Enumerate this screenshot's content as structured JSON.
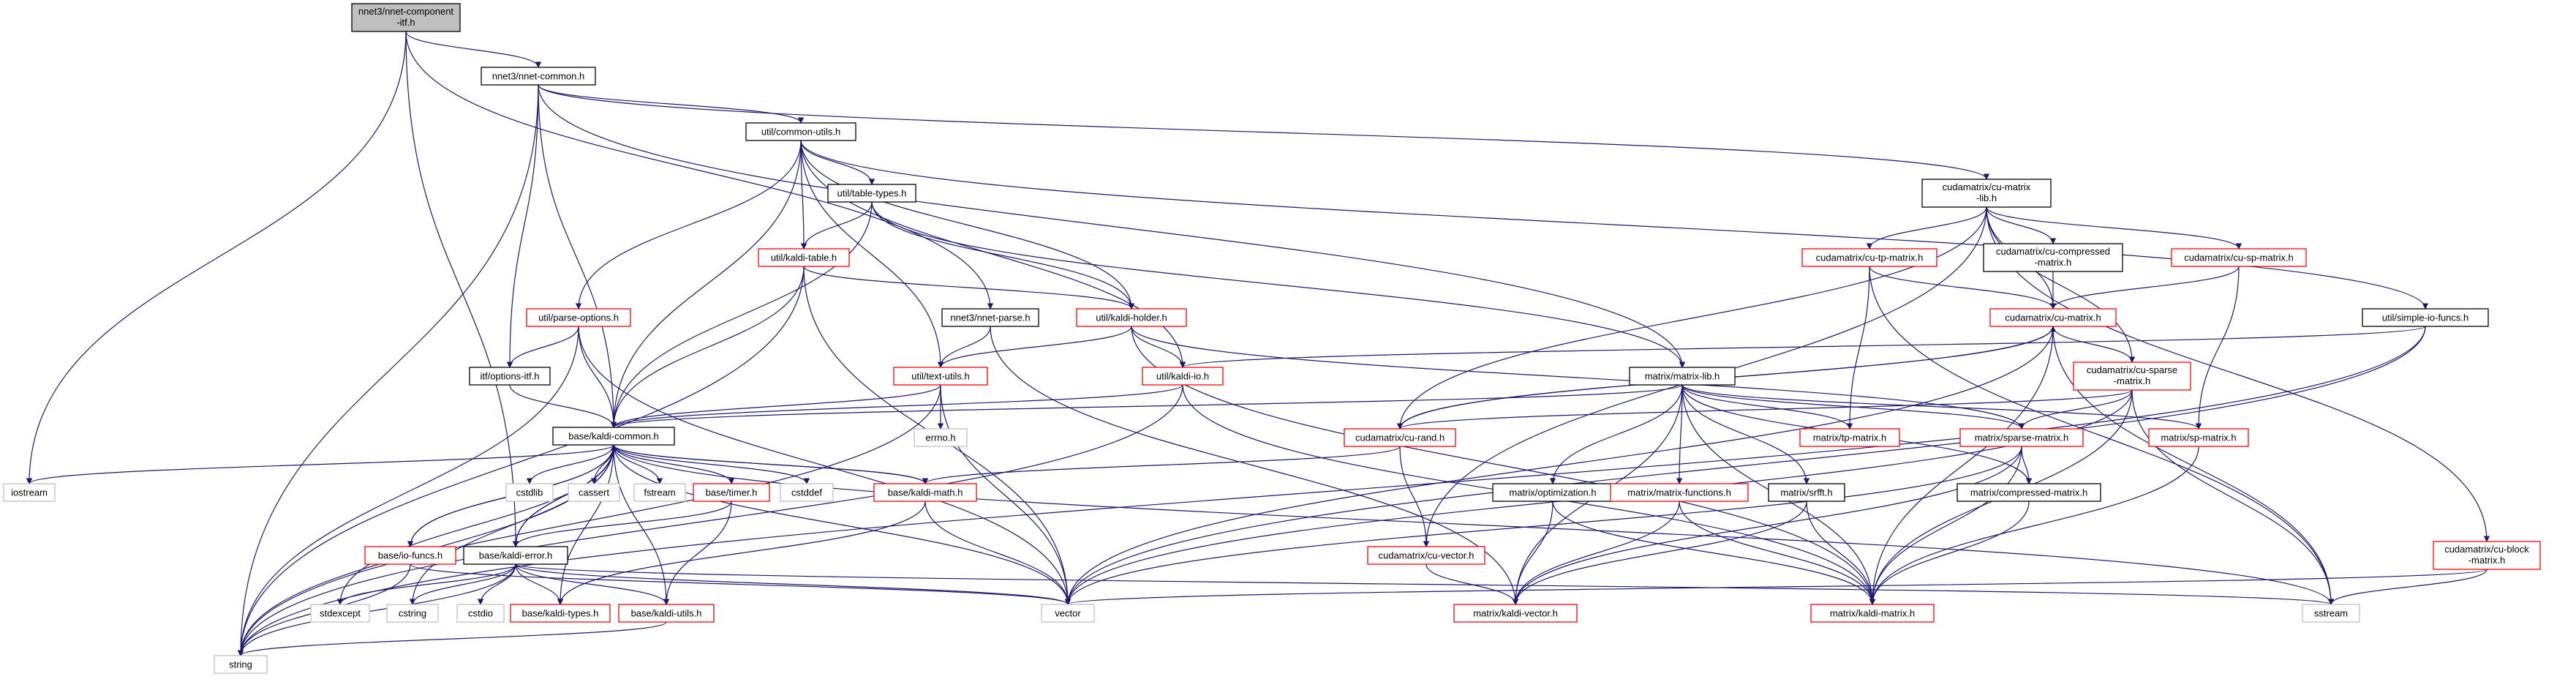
{
  "colors": {
    "edge": "#191970",
    "text": "#000000",
    "box_normal": "#000000",
    "box_truncated": "#ff0000",
    "box_system": "#bfbfbf",
    "root_fill": "#bfbfbf"
  },
  "nodes": [
    {
      "id": "root",
      "label": "nnet3/nnet-component\n-itf.h",
      "kind": "root"
    },
    {
      "id": "nnetcommon",
      "label": "nnet3/nnet-common.h",
      "kind": "normal"
    },
    {
      "id": "commonutils",
      "label": "util/common-utils.h",
      "kind": "normal"
    },
    {
      "id": "tabletypes",
      "label": "util/table-types.h",
      "kind": "normal"
    },
    {
      "id": "kalditable",
      "label": "util/kaldi-table.h",
      "kind": "truncated"
    },
    {
      "id": "parseoptions",
      "label": "util/parse-options.h",
      "kind": "truncated"
    },
    {
      "id": "optionsitf",
      "label": "itf/options-itf.h",
      "kind": "normal"
    },
    {
      "id": "nnetparse",
      "label": "nnet3/nnet-parse.h",
      "kind": "normal"
    },
    {
      "id": "kaldiholder",
      "label": "util/kaldi-holder.h",
      "kind": "truncated"
    },
    {
      "id": "textutils",
      "label": "util/text-utils.h",
      "kind": "truncated"
    },
    {
      "id": "kaldiio",
      "label": "util/kaldi-io.h",
      "kind": "truncated"
    },
    {
      "id": "kaldicommon",
      "label": "base/kaldi-common.h",
      "kind": "normal"
    },
    {
      "id": "iostream",
      "label": "iostream",
      "kind": "system"
    },
    {
      "id": "errno",
      "label": "errno.h",
      "kind": "system"
    },
    {
      "id": "cstdlib",
      "label": "cstdlib",
      "kind": "system"
    },
    {
      "id": "cassert",
      "label": "cassert",
      "kind": "system"
    },
    {
      "id": "fstream",
      "label": "fstream",
      "kind": "system"
    },
    {
      "id": "timer",
      "label": "base/timer.h",
      "kind": "truncated"
    },
    {
      "id": "cstddef",
      "label": "cstddef",
      "kind": "system"
    },
    {
      "id": "kaldimath",
      "label": "base/kaldi-math.h",
      "kind": "truncated"
    },
    {
      "id": "iofuncs",
      "label": "base/io-funcs.h",
      "kind": "truncated"
    },
    {
      "id": "kaldierror",
      "label": "base/kaldi-error.h",
      "kind": "normal"
    },
    {
      "id": "stdexcept",
      "label": "stdexcept",
      "kind": "system"
    },
    {
      "id": "cstring",
      "label": "cstring",
      "kind": "system"
    },
    {
      "id": "cstdio",
      "label": "cstdio",
      "kind": "system"
    },
    {
      "id": "kalditypes",
      "label": "base/kaldi-types.h",
      "kind": "truncated"
    },
    {
      "id": "kaldiutils",
      "label": "base/kaldi-utils.h",
      "kind": "truncated"
    },
    {
      "id": "string",
      "label": "string",
      "kind": "system"
    },
    {
      "id": "vector",
      "label": "vector",
      "kind": "system"
    },
    {
      "id": "sstream",
      "label": "sstream",
      "kind": "system"
    },
    {
      "id": "cumatrixlib",
      "label": "cudamatrix/cu-matrix\n-lib.h",
      "kind": "normal"
    },
    {
      "id": "cutpmatrix",
      "label": "cudamatrix/cu-tp-matrix.h",
      "kind": "truncated"
    },
    {
      "id": "cucompressed",
      "label": "cudamatrix/cu-compressed\n-matrix.h",
      "kind": "normal"
    },
    {
      "id": "cuspmatrix",
      "label": "cudamatrix/cu-sp-matrix.h",
      "kind": "truncated"
    },
    {
      "id": "cumatrix",
      "label": "cudamatrix/cu-matrix.h",
      "kind": "truncated"
    },
    {
      "id": "simpleio",
      "label": "util/simple-io-funcs.h",
      "kind": "normal"
    },
    {
      "id": "cusparse",
      "label": "cudamatrix/cu-sparse\n-matrix.h",
      "kind": "truncated"
    },
    {
      "id": "matrixlib",
      "label": "matrix/matrix-lib.h",
      "kind": "normal"
    },
    {
      "id": "curand",
      "label": "cudamatrix/cu-rand.h",
      "kind": "truncated"
    },
    {
      "id": "tpmatrix",
      "label": "matrix/tp-matrix.h",
      "kind": "truncated"
    },
    {
      "id": "sparsematrix",
      "label": "matrix/sparse-matrix.h",
      "kind": "truncated"
    },
    {
      "id": "spmatrix",
      "label": "matrix/sp-matrix.h",
      "kind": "truncated"
    },
    {
      "id": "optimization",
      "label": "matrix/optimization.h",
      "kind": "normal"
    },
    {
      "id": "matrixfunctions",
      "label": "matrix/matrix-functions.h",
      "kind": "truncated"
    },
    {
      "id": "srfft",
      "label": "matrix/srfft.h",
      "kind": "normal"
    },
    {
      "id": "compressedmatrix",
      "label": "matrix/compressed-matrix.h",
      "kind": "normal"
    },
    {
      "id": "cuvector",
      "label": "cudamatrix/cu-vector.h",
      "kind": "truncated"
    },
    {
      "id": "kaldivector",
      "label": "matrix/kaldi-vector.h",
      "kind": "truncated"
    },
    {
      "id": "kaldimatrix",
      "label": "matrix/kaldi-matrix.h",
      "kind": "truncated"
    },
    {
      "id": "cublock",
      "label": "cudamatrix/cu-block\n-matrix.h",
      "kind": "truncated"
    }
  ],
  "edges": [
    [
      "root",
      "nnetcommon"
    ],
    [
      "root",
      "iostream"
    ],
    [
      "root",
      "kaldierror"
    ],
    [
      "root",
      "nnetparse"
    ],
    [
      "nnetcommon",
      "commonutils"
    ],
    [
      "nnetcommon",
      "kaldicommon"
    ],
    [
      "nnetcommon",
      "optionsitf"
    ],
    [
      "nnetcommon",
      "string"
    ],
    [
      "nnetcommon",
      "matrixlib"
    ],
    [
      "nnetcommon",
      "cumatrixlib"
    ],
    [
      "commonutils",
      "tabletypes"
    ],
    [
      "commonutils",
      "kalditable"
    ],
    [
      "commonutils",
      "kaldiholder"
    ],
    [
      "commonutils",
      "parseoptions"
    ],
    [
      "commonutils",
      "textutils"
    ],
    [
      "commonutils",
      "kaldiio"
    ],
    [
      "commonutils",
      "kaldicommon"
    ],
    [
      "commonutils",
      "simpleio"
    ],
    [
      "tabletypes",
      "kalditable"
    ],
    [
      "tabletypes",
      "kaldiholder"
    ],
    [
      "tabletypes",
      "kaldicommon"
    ],
    [
      "tabletypes",
      "matrixlib"
    ],
    [
      "kalditable",
      "kaldiholder"
    ],
    [
      "kalditable",
      "kaldicommon"
    ],
    [
      "kalditable",
      "vector"
    ],
    [
      "kalditable",
      "string"
    ],
    [
      "parseoptions",
      "optionsitf"
    ],
    [
      "parseoptions",
      "kaldicommon"
    ],
    [
      "parseoptions",
      "vector"
    ],
    [
      "parseoptions",
      "string"
    ],
    [
      "optionsitf",
      "kaldicommon"
    ],
    [
      "nnetparse",
      "textutils"
    ],
    [
      "nnetparse",
      "kaldivector"
    ],
    [
      "kaldiholder",
      "textutils"
    ],
    [
      "kaldiholder",
      "kaldiio"
    ],
    [
      "kaldiholder",
      "sparsematrix"
    ],
    [
      "kaldiholder",
      "kaldimatrix"
    ],
    [
      "textutils",
      "kaldicommon"
    ],
    [
      "textutils",
      "errno"
    ],
    [
      "textutils",
      "vector"
    ],
    [
      "textutils",
      "string"
    ],
    [
      "kaldiio",
      "kaldicommon"
    ],
    [
      "kaldiio",
      "kaldimatrix"
    ],
    [
      "kaldiio",
      "string"
    ],
    [
      "kaldicommon",
      "iostream"
    ],
    [
      "kaldicommon",
      "cstdlib"
    ],
    [
      "kaldicommon",
      "cassert"
    ],
    [
      "kaldicommon",
      "fstream"
    ],
    [
      "kaldicommon",
      "timer"
    ],
    [
      "kaldicommon",
      "cstddef"
    ],
    [
      "kaldicommon",
      "kaldimath"
    ],
    [
      "kaldicommon",
      "iofuncs"
    ],
    [
      "kaldicommon",
      "kaldierror"
    ],
    [
      "kaldicommon",
      "kalditypes"
    ],
    [
      "kaldicommon",
      "kaldiutils"
    ],
    [
      "kaldicommon",
      "stdexcept"
    ],
    [
      "kaldicommon",
      "cstring"
    ],
    [
      "kaldicommon",
      "string"
    ],
    [
      "kaldicommon",
      "vector"
    ],
    [
      "kaldicommon",
      "sstream"
    ],
    [
      "timer",
      "kaldierror"
    ],
    [
      "timer",
      "kaldiutils"
    ],
    [
      "kaldimath",
      "kalditypes"
    ],
    [
      "kaldimath",
      "vector"
    ],
    [
      "kaldimath",
      "kaldicommon"
    ],
    [
      "iofuncs",
      "string"
    ],
    [
      "iofuncs",
      "vector"
    ],
    [
      "iofuncs",
      "kaldicommon"
    ],
    [
      "kaldierror",
      "stdexcept"
    ],
    [
      "kaldierror",
      "cstring"
    ],
    [
      "kaldierror",
      "cstdio"
    ],
    [
      "kaldierror",
      "kalditypes"
    ],
    [
      "kaldierror",
      "kaldiutils"
    ],
    [
      "kaldierror",
      "sstream"
    ],
    [
      "kaldierror",
      "vector"
    ],
    [
      "kaldierror",
      "string"
    ],
    [
      "kaldierror",
      "kaldicommon"
    ],
    [
      "kaldiutils",
      "string"
    ],
    [
      "cumatrixlib",
      "cutpmatrix"
    ],
    [
      "cumatrixlib",
      "cucompressed"
    ],
    [
      "cumatrixlib",
      "cuspmatrix"
    ],
    [
      "cumatrixlib",
      "cumatrix"
    ],
    [
      "cumatrixlib",
      "cusparse"
    ],
    [
      "cumatrixlib",
      "curand"
    ],
    [
      "cumatrixlib",
      "cuvector"
    ],
    [
      "cumatrixlib",
      "cublock"
    ],
    [
      "cutpmatrix",
      "cumatrix"
    ],
    [
      "cutpmatrix",
      "tpmatrix"
    ],
    [
      "cutpmatrix",
      "sstream"
    ],
    [
      "cucompressed",
      "cumatrix"
    ],
    [
      "cuspmatrix",
      "cumatrix"
    ],
    [
      "cuspmatrix",
      "spmatrix"
    ],
    [
      "cumatrix",
      "cusparse"
    ],
    [
      "cumatrix",
      "curand"
    ],
    [
      "cumatrix",
      "kaldimatrix"
    ],
    [
      "cumatrix",
      "sstream"
    ],
    [
      "cumatrix",
      "vector"
    ],
    [
      "simpleio",
      "kaldiio"
    ],
    [
      "simpleio",
      "vector"
    ],
    [
      "simpleio",
      "string"
    ],
    [
      "cusparse",
      "sparsematrix"
    ],
    [
      "cusparse",
      "curand"
    ],
    [
      "cusparse",
      "sstream"
    ],
    [
      "cusparse",
      "vector"
    ],
    [
      "cusparse",
      "kaldimatrix"
    ],
    [
      "matrixlib",
      "kaldicommon"
    ],
    [
      "matrixlib",
      "kaldivector"
    ],
    [
      "matrixlib",
      "kaldimatrix"
    ],
    [
      "matrixlib",
      "tpmatrix"
    ],
    [
      "matrixlib",
      "sparsematrix"
    ],
    [
      "matrixlib",
      "spmatrix"
    ],
    [
      "matrixlib",
      "optimization"
    ],
    [
      "matrixlib",
      "matrixfunctions"
    ],
    [
      "matrixlib",
      "srfft"
    ],
    [
      "matrixlib",
      "compressedmatrix"
    ],
    [
      "curand",
      "cuvector"
    ],
    [
      "curand",
      "kaldimath"
    ],
    [
      "curand",
      "cumatrix"
    ],
    [
      "sparsematrix",
      "kaldivector"
    ],
    [
      "sparsematrix",
      "kaldimatrix"
    ],
    [
      "sparsematrix",
      "compressedmatrix"
    ],
    [
      "sparsematrix",
      "vector"
    ],
    [
      "spmatrix",
      "kaldimatrix"
    ],
    [
      "optimization",
      "kaldivector"
    ],
    [
      "optimization",
      "kaldimatrix"
    ],
    [
      "matrixfunctions",
      "kaldivector"
    ],
    [
      "matrixfunctions",
      "kaldimatrix"
    ],
    [
      "srfft",
      "kaldivector"
    ],
    [
      "srfft",
      "kaldimatrix"
    ],
    [
      "compressedmatrix",
      "kaldimatrix"
    ],
    [
      "cuvector",
      "kaldivector"
    ],
    [
      "cublock",
      "vector"
    ],
    [
      "cublock",
      "sstream"
    ]
  ]
}
